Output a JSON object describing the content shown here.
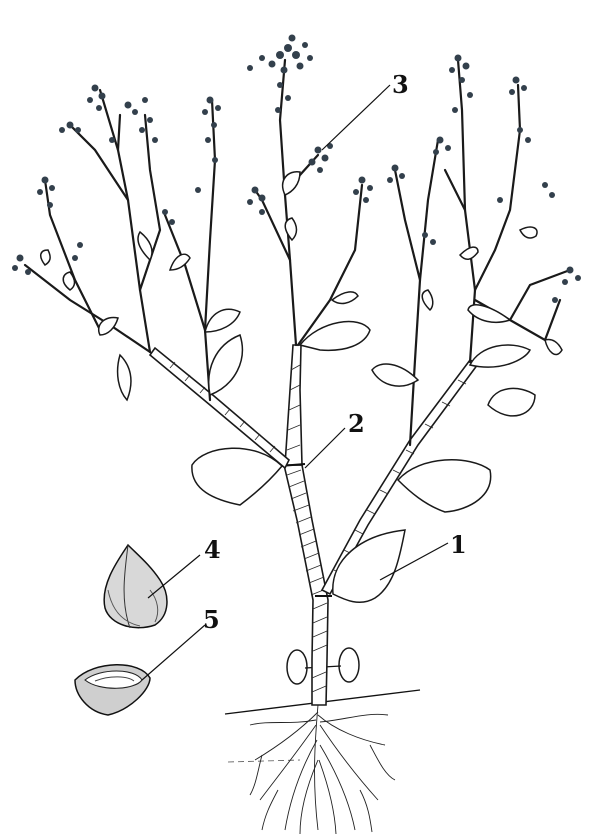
{
  "figure": {
    "labels": [
      {
        "id": "leaf",
        "text": "1"
      },
      {
        "id": "stem",
        "text": "2"
      },
      {
        "id": "inflorescence",
        "text": "3"
      },
      {
        "id": "fruit",
        "text": "4"
      },
      {
        "id": "fruit-section",
        "text": "5"
      }
    ]
  }
}
